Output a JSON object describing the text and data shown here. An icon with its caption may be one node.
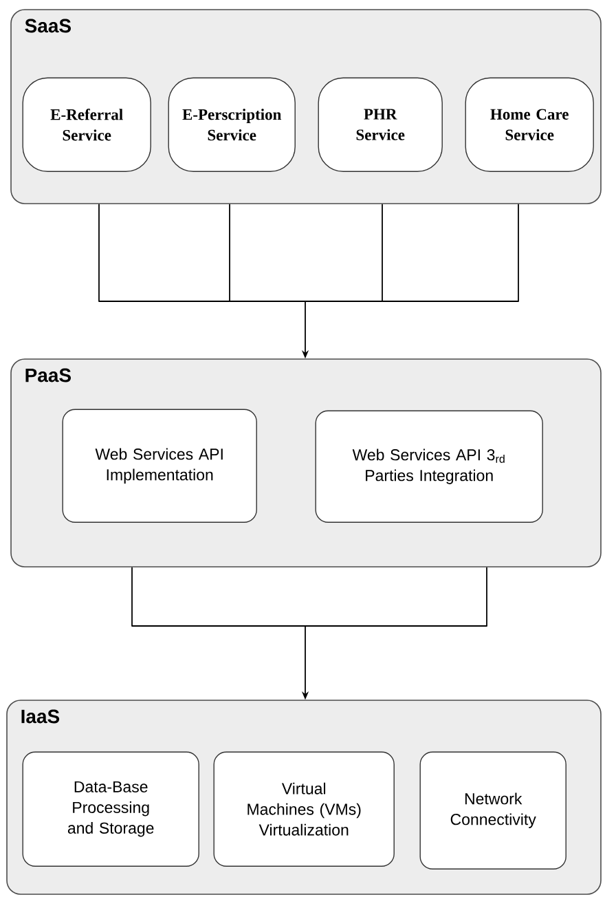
{
  "diagram": {
    "nodes": [
      {
        "text": [
          "SaaS"
        ]
      },
      {
        "text": [
          "E-Referral Service"
        ],
        "in": 0
      },
      {
        "text": [
          "E-Perscription Service"
        ],
        "in": 0
      },
      {
        "text": [
          "PHR Service"
        ],
        "in": 0
      },
      {
        "text": [
          "Home Care Service"
        ],
        "in": 0
      },
      {
        "text": [
          "PaaS"
        ]
      },
      {
        "text": [
          "Web Services API Implementation"
        ],
        "in": 5
      },
      {
        "text": [
          "Web Services API 3$_{rd}$ Parties Integration"
        ],
        "in": 5
      },
      {
        "text": [
          "IaaS"
        ]
      },
      {
        "text": [
          "Data-Base Processing and Storage"
        ],
        "in": 8
      },
      {
        "text": [
          "Virtual Machines (VMs) Virtualization"
        ],
        "in": 8
      },
      {
        "text": [
          "Network Connectivity"
        ],
        "in": 8
      }
    ],
    "edges": [
      {
        "from": 0,
        "to": 5,
        "arrow": "to"
      },
      {
        "from": 5,
        "to": 8,
        "arrow": "to"
      }
    ]
  }
}
